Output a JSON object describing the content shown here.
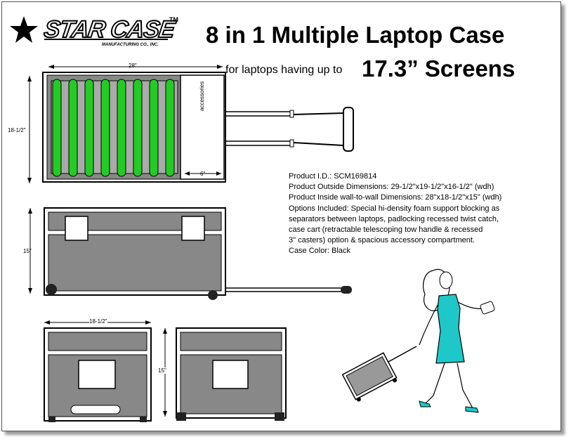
{
  "brand": {
    "name": "STAR CASE",
    "tm": "TM",
    "sub": "MANUFACTURING CO., INC."
  },
  "title": "8 in 1 Multiple Laptop Case",
  "subtitle_small": "for laptops having up to",
  "subtitle_big": "17.3” Screens",
  "dimensions": {
    "top_width": "28\"",
    "top_height": "18-1/2\"",
    "compartment_label": "accessories",
    "compartment_width": "6\"",
    "side_height": "15\"",
    "end_width": "18-1/2\"",
    "end_height": "15\""
  },
  "specs": [
    "Product I.D.: SCM169814",
    "Product Outside Dimensions: 29-1/2\"x19-1/2\"x16-1/2\" (wdh)",
    "Product Inside wall-to-wall  Dimensions:  28\"x18-1/2\"x15\" (wdh)",
    "Options Included:  Special hi-density foam support blocking as",
    "separators between laptops, padlocking recessed twist catch,",
    "case cart (retractable telescoping tow handle & recessed",
    "3\" casters) option & spacious accessory compartment.",
    "Case Color:  Black"
  ],
  "colors": {
    "foam": "#22cc22",
    "case": "#888888",
    "dress": "#1fc8c8"
  }
}
